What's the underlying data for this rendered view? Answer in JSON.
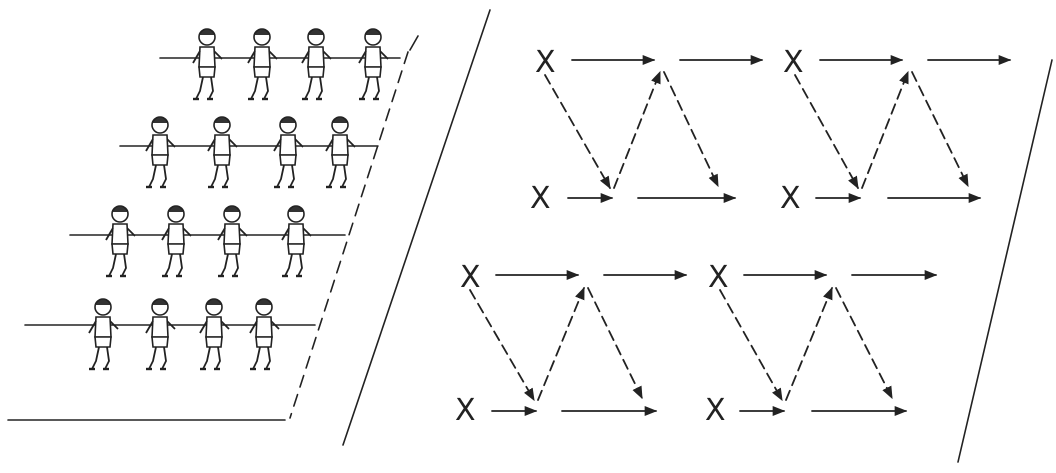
{
  "diagram": {
    "line_color": "#222222",
    "background": "#ffffff",
    "left_panel": {
      "description_icon": "children-running-in-lanes-icon",
      "rows": 4,
      "children_per_row": 4
    },
    "right_panel": {
      "patterns": 4,
      "marker_top": "X",
      "marker_bottom": "X",
      "path_legend": [
        "solid-arrow",
        "dashed-arrow"
      ]
    }
  }
}
